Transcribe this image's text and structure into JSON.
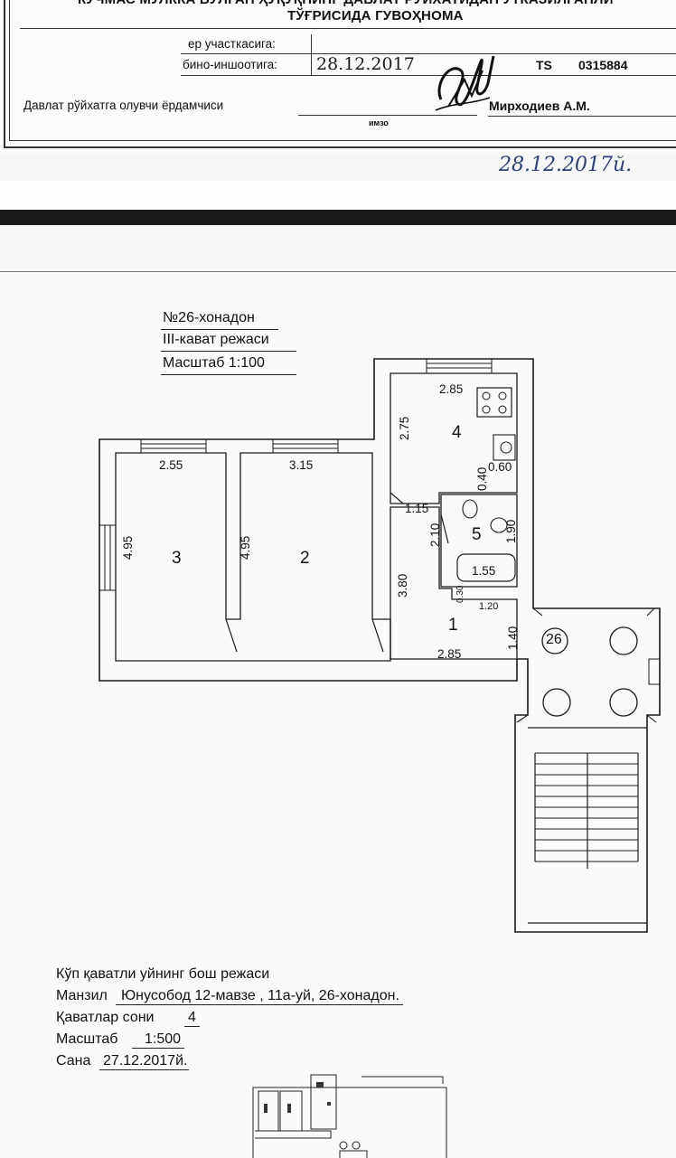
{
  "certificate": {
    "title_top": "КЎЧМАС МУЛККА БЎЛГАН ҲУҚУҚНИНГ ДАВЛАТ РЎЙХАТИДАН ЎТКАЗИЛГАНЛИ",
    "title_bottom": "ТЎҒРИСИДА ГУВОҲНОМА",
    "land_label": "ер участкасига:",
    "building_label": "бино-иншоотига:",
    "building_date_handwritten": "28.12.2017",
    "series": "TS",
    "number": "0315884",
    "assistant_label": "Давлат рўйхатга олувчи ёрдамчиси",
    "signature_label": "имзо",
    "signer_name": "Мирходиев А.М.",
    "date_handwritten": "28.12.2017й."
  },
  "plan": {
    "apartment_label": "№26-хонадон",
    "floor_label": "III-кават режаси",
    "scale_label": "Масштаб 1:100",
    "rooms": [
      {
        "number": "1"
      },
      {
        "number": "2"
      },
      {
        "number": "3"
      },
      {
        "number": "4"
      },
      {
        "number": "5"
      }
    ],
    "dimensions": {
      "room3_width": "2.55",
      "room3_length": "4.95",
      "room2_width": "3.15",
      "room2_length": "4.95",
      "room4_width": "2.85",
      "room4_length": "2.75",
      "room4_sink": "0.60",
      "room4_niche": "0.40",
      "corridor_niche": "1.15",
      "room5_length_left": "2.10",
      "room5_length_right": "1.90",
      "room5_bath": "1.55",
      "room1_length": "3.80",
      "room1_small_a": "0.30",
      "room1_small_b": "1.20",
      "room1_entry": "1.40",
      "room1_width": "2.85"
    },
    "stair_apartment_number": "26"
  },
  "footer": {
    "title": "Кўп қаватли уйнинг бош режаси",
    "address_label": "Манзил",
    "address_value": "Юнусобод 12-мавзе , 11а-уй, 26-хонадон.",
    "floors_label": "Қаватлар сони",
    "floors_value": "4",
    "scale_label": "Масштаб",
    "scale_value": "1:500",
    "date_label": "Сана",
    "date_value": "27.12.2017й."
  }
}
